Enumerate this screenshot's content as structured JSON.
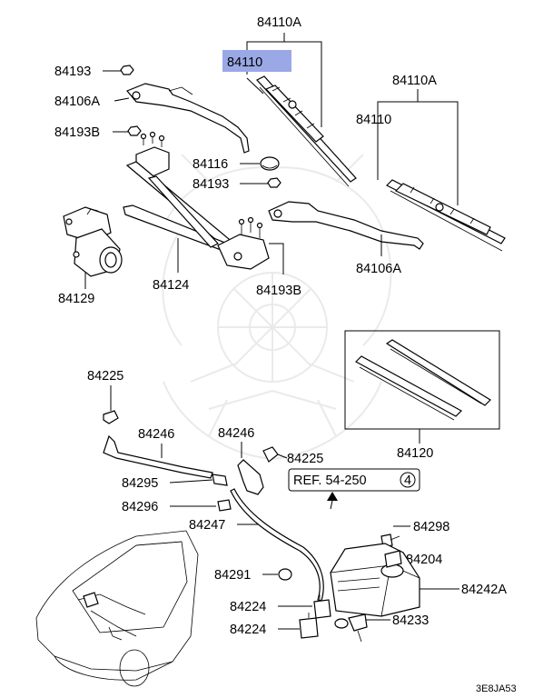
{
  "diagram": {
    "highlight_color": "#9aa8e6",
    "labels": {
      "p84110A_top": "84110A",
      "p84110_top": "84110",
      "p84193_a": "84193",
      "p84106A_left": "84106A",
      "p84193B_a": "84193B",
      "p84116": "84116",
      "p84193_b": "84193",
      "p84110A_right": "84110A",
      "p84110_right": "84110",
      "p84106A_right": "84106A",
      "p84129": "84129",
      "p84124": "84124",
      "p84193B_b": "84193B",
      "p84120": "84120",
      "p84225_a": "84225",
      "p84246_a": "84246",
      "p84246_b": "84246",
      "p84225_b": "84225",
      "p84295": "84295",
      "p84296": "84296",
      "p84247": "84247",
      "ref": "REF. 54-250",
      "ref_num": "4",
      "p84298": "84298",
      "p84204": "84204",
      "p84291": "84291",
      "p84242A": "84242A",
      "p84224_a": "84224",
      "p84224_b": "84224",
      "p84233": "84233",
      "code": "3E8JA53"
    }
  }
}
